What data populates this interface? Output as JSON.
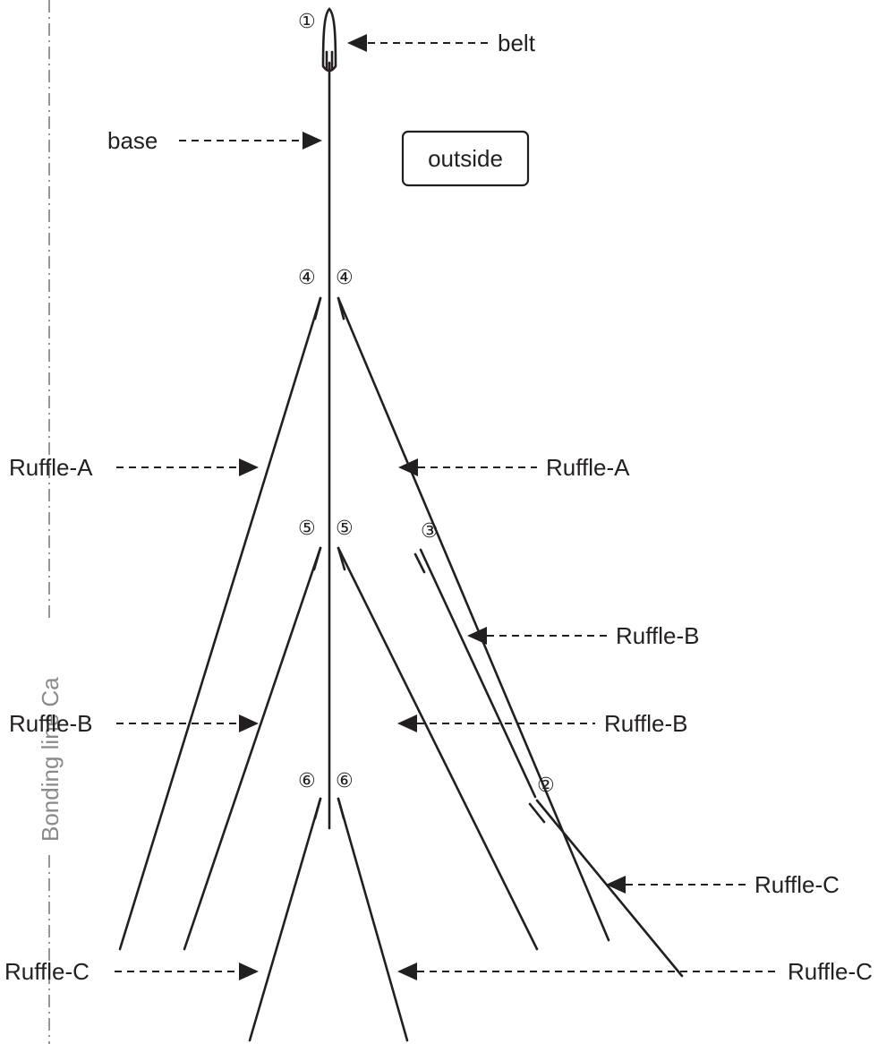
{
  "fold_line_label": "Bonding line Ca",
  "side_box": "outside",
  "labels": {
    "belt": "belt",
    "base": "base",
    "ruffle_a_left": "Ruffle-A",
    "ruffle_a_right": "Ruffle-A",
    "ruffle_b_left": "Ruffle-B",
    "ruffle_b_right_upper": "Ruffle-B",
    "ruffle_b_right_mid": "Ruffle-B",
    "ruffle_c_left": "Ruffle-C",
    "ruffle_c_right_upper": "Ruffle-C",
    "ruffle_c_right_lower": "Ruffle-C"
  },
  "markers": {
    "m1": "①",
    "m2": "②",
    "m3": "③",
    "m4_left": "④",
    "m4_right": "④",
    "m5_left": "⑤",
    "m5_right": "⑤",
    "m6_left": "⑥",
    "m6_right": "⑥"
  }
}
